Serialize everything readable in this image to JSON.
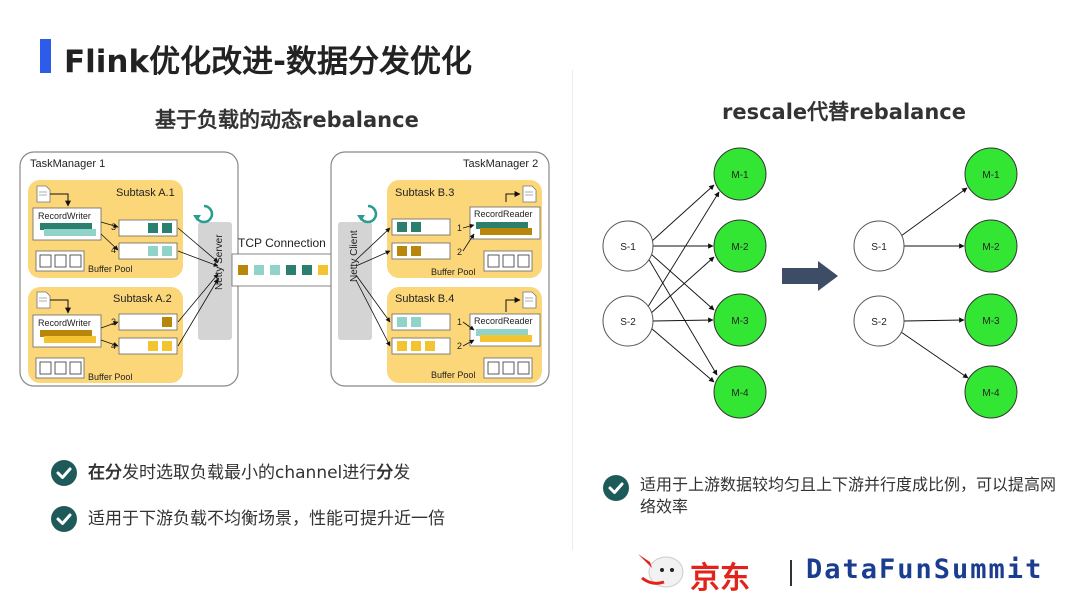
{
  "slide": {
    "title": "Flink优化改进-数据分发优化"
  },
  "left": {
    "subtitle": "基于负载的动态rebalance",
    "tm1_label": "TaskManager 1",
    "tm2_label": "TaskManager 2",
    "subtask_a1": "Subtask A.1",
    "subtask_a2": "Subtask A.2",
    "subtask_b3": "Subtask B.3",
    "subtask_b4": "Subtask B.4",
    "record_writer": "RecordWriter",
    "record_reader": "RecordReader",
    "buffer_pool": "Buffer Pool",
    "netty_server": "Netty Server",
    "netty_client": "Netty Client",
    "tcp_connection": "TCP Connection",
    "ch3": "3",
    "ch4": "4",
    "ch1": "1",
    "ch2": "2"
  },
  "right": {
    "subtitle": "rescale代替rebalance",
    "source_nodes": [
      "S-1",
      "S-2"
    ],
    "target_nodes": [
      "M-1",
      "M-2",
      "M-3",
      "M-4"
    ]
  },
  "bullets_left": [
    {
      "bold1": "在分",
      "mid": "发时选取负载最小的channel进行",
      "bold2": "分",
      "end": "发"
    },
    {
      "text": "适用于下游负载不均衡场景，性能可提升近一倍"
    }
  ],
  "bullets_right": [
    {
      "text": "适用于上游数据较均匀且上下游并行度成比例，可以提高网络效率"
    }
  ],
  "footer": {
    "jd": "京东",
    "summit": "DataFunSummit"
  },
  "colors": {
    "accent": "#2d5bea",
    "check": "#1e5a5a",
    "node_green": "#33e633",
    "subtask_bg": "#fcd77a",
    "teal": "#2a7f6f",
    "light_teal": "#8fd3c9",
    "gold": "#b8860b",
    "yellow": "#f4c430",
    "netty": "#d4d4d4",
    "arrow_dark": "#3d4d66"
  }
}
